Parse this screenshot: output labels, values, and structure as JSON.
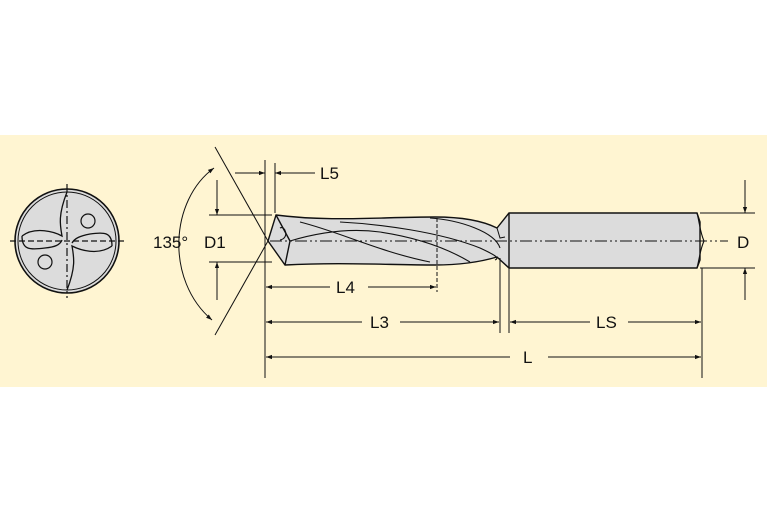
{
  "diagram": {
    "title": "Solid carbide drill dimension drawing",
    "background_color": "#fff5d2",
    "body_fill_color": "#dcdcdc",
    "line_color": "#111111",
    "end_view": {
      "label": "cross-section end view"
    },
    "labels": {
      "angle": "135°",
      "d1": "D1",
      "d": "D",
      "l5": "L5",
      "l4": "L4",
      "l3": "L3",
      "ls": "LS",
      "l": "L"
    }
  }
}
